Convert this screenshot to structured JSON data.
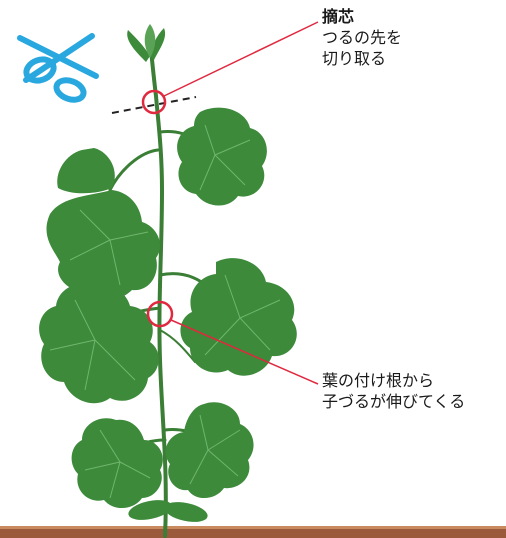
{
  "annotations": {
    "pinch": {
      "title": "摘芯",
      "line1": "つるの先を",
      "line2": "切り取る"
    },
    "side_shoot": {
      "line1": "葉の付け根から",
      "line2": "子づるが伸びてくる"
    }
  },
  "colors": {
    "leaf": "#3c8a3a",
    "leaf_dark": "#2b6b2c",
    "stem": "#3a7f35",
    "marker": "#e0283f",
    "scissors": "#29a8df",
    "soil": "#9b5a3c"
  },
  "icons": {
    "scissors": "scissors-icon"
  }
}
